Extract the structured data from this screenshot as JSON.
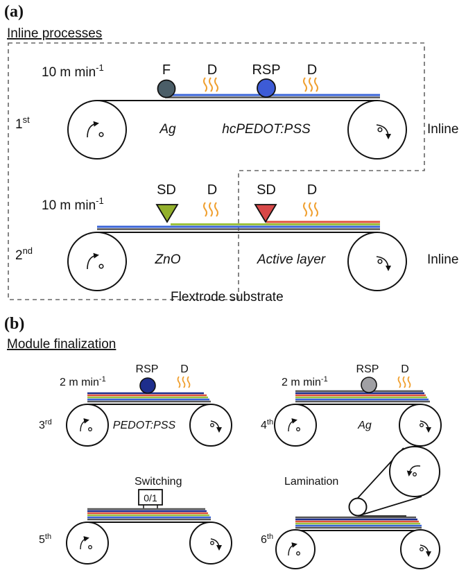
{
  "colors": {
    "roller": "#111111",
    "dashed": "#666666",
    "heat": "#f0a030",
    "layer_blue": "#3a64d8",
    "layer_green": "#9cc23e",
    "layer_red": "#e0503a",
    "layer_orange": "#f08040",
    "layer_gray": "#555555",
    "flexo": "#4b5e68",
    "rsp_blue": "#3d5bd6",
    "rsp_dark": "#1e2e8c",
    "rsp_gray": "#a0a0a4",
    "sd_green": "#93b02c",
    "sd_red": "#d84848"
  },
  "panel_a": {
    "label": "(a)",
    "section_title": "Inline processes",
    "substrate_label": "Flextrode substrate",
    "row1": {
      "pass": "1",
      "pass_sup": "st",
      "speed": "10 m min",
      "speed_sup": "-1",
      "tools": [
        "F",
        "D",
        "RSP",
        "D"
      ],
      "layers": [
        "Ag",
        "hcPEDOT:PSS"
      ],
      "mode": "Inline"
    },
    "row2": {
      "pass": "2",
      "pass_sup": "nd",
      "speed": "10 m min",
      "speed_sup": "-1",
      "tools": [
        "SD",
        "D",
        "SD",
        "D"
      ],
      "layers": [
        "ZnO",
        "Active layer"
      ],
      "mode": "Inline"
    }
  },
  "panel_b": {
    "label": "(b)",
    "section_title": "Module finalization",
    "step3": {
      "pass": "3",
      "pass_sup": "rd",
      "speed": "2 m min",
      "speed_sup": "-1",
      "tools": [
        "RSP",
        "D"
      ],
      "layer": "PEDOT:PSS"
    },
    "step4": {
      "pass": "4",
      "pass_sup": "th",
      "speed": "2 m min",
      "speed_sup": "-1",
      "tools": [
        "RSP",
        "D"
      ],
      "layer": "Ag"
    },
    "step5": {
      "pass": "5",
      "pass_sup": "th",
      "title": "Switching",
      "switch_text": "0/1"
    },
    "step6": {
      "pass": "6",
      "pass_sup": "th",
      "title": "Lamination"
    }
  }
}
